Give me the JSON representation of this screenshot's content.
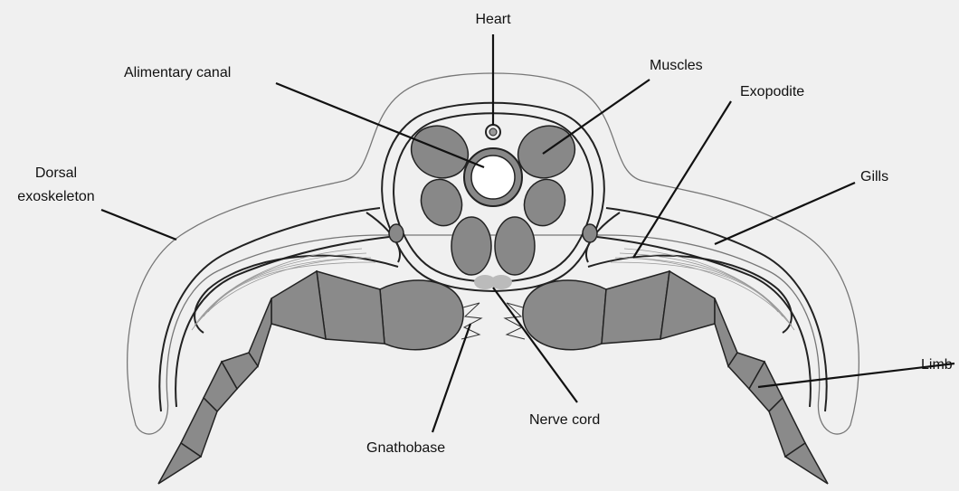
{
  "labels": {
    "heart": "Heart",
    "alimentary_canal": "Alimentary canal",
    "muscles": "Muscles",
    "exopodite": "Exopodite",
    "dorsal_line1": "Dorsal",
    "dorsal_line2": "exoskeleton",
    "gills": "Gills",
    "limb": "Limb",
    "nerve_cord": "Nerve cord",
    "gnathobase": "Gnathobase"
  },
  "colors": {
    "background": "#f0f0f0",
    "tissue": "#888888",
    "nerve": "#bbbbbb",
    "outline": "#222222"
  }
}
